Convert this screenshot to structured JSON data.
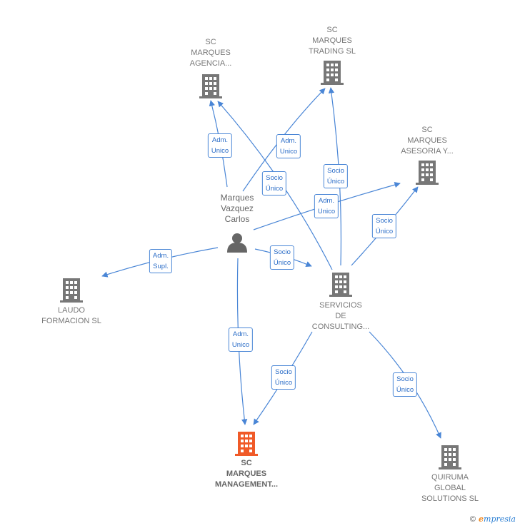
{
  "colors": {
    "edge": "#4a86d6",
    "building": "#777777",
    "building_main": "#f05a28",
    "person": "#666666"
  },
  "nodes": [
    {
      "id": "agencia",
      "label": "SC\nMARQUES\nAGENCIA...",
      "icon": "building-icon"
    },
    {
      "id": "trading",
      "label": "SC\nMARQUES\nTRADING  SL",
      "icon": "building-icon"
    },
    {
      "id": "asesoria",
      "label": "SC\nMARQUES\nASESORIA Y...",
      "icon": "building-icon"
    },
    {
      "id": "person",
      "label": "Marques\nVazquez\nCarlos",
      "icon": "person-icon"
    },
    {
      "id": "laudo",
      "label": "LAUDO\nFORMACION SL",
      "icon": "building-icon"
    },
    {
      "id": "servicios",
      "label": "SERVICIOS\nDE\nCONSULTING...",
      "icon": "building-icon"
    },
    {
      "id": "management",
      "label": "SC\nMARQUES\nMANAGEMENT...",
      "icon": "building-icon",
      "main": true
    },
    {
      "id": "quiruma",
      "label": "QUIRUMA\nGLOBAL\nSOLUTIONS  SL",
      "icon": "building-icon"
    }
  ],
  "edges": [
    {
      "from": "person",
      "to": "agencia",
      "label": "Adm.\nUnico"
    },
    {
      "from": "person",
      "to": "trading",
      "label": "Adm.\nUnico"
    },
    {
      "from": "person",
      "to": "asesoria",
      "label": "Adm.\nUnico"
    },
    {
      "from": "person",
      "to": "laudo",
      "label": "Adm.\nSupl."
    },
    {
      "from": "person",
      "to": "servicios",
      "label": "Socio\nÚnico"
    },
    {
      "from": "person",
      "to": "management",
      "label": "Adm.\nUnico"
    },
    {
      "from": "servicios",
      "to": "agencia",
      "label": "Socio\nÚnico"
    },
    {
      "from": "servicios",
      "to": "trading",
      "label": "Socio\nÚnico"
    },
    {
      "from": "servicios",
      "to": "asesoria",
      "label": "Socio\nÚnico"
    },
    {
      "from": "servicios",
      "to": "management",
      "label": "Socio\nÚnico"
    },
    {
      "from": "servicios",
      "to": "quiruma",
      "label": "Socio\nÚnico"
    }
  ],
  "watermark": {
    "copyright": "©",
    "brand_first": "e",
    "brand_rest": "mpresia"
  }
}
